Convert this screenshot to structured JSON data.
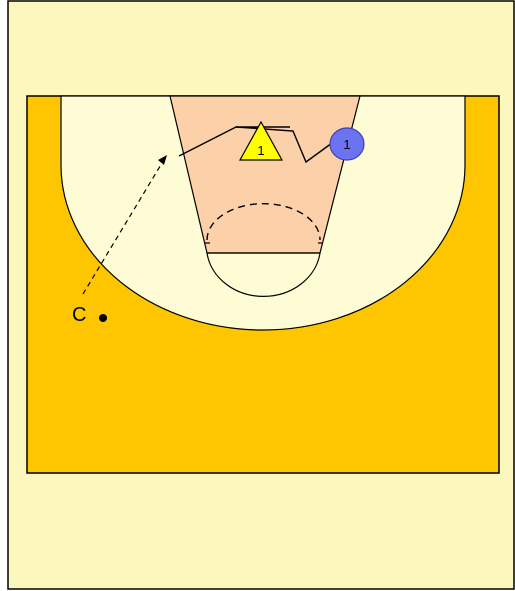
{
  "colors": {
    "page_background": "#fbf7bd",
    "court": "#fec600",
    "three_point_area": "#fefcd5",
    "paint": "#fcd0a8",
    "line": "#000000",
    "defender_fill": "#fefe00",
    "offense_fill": "#6b73f0",
    "offense_stroke": "#3c42b4"
  },
  "players": {
    "defender": {
      "label": "1",
      "icon": "triangle-icon"
    },
    "offense": {
      "label": "1",
      "icon": "circle-icon"
    },
    "coach": {
      "label": "C",
      "icon": "dot-icon"
    }
  }
}
